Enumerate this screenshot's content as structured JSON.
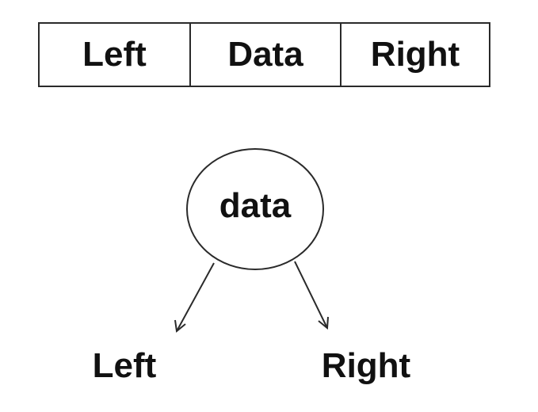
{
  "node_structure": {
    "fields": [
      "Left",
      "Data",
      "Right"
    ]
  },
  "tree": {
    "root_label": "data",
    "left_label": "Left",
    "right_label": "Right"
  },
  "colors": {
    "stroke": "#2a2a2a",
    "text": "#111111",
    "background": "#ffffff"
  }
}
